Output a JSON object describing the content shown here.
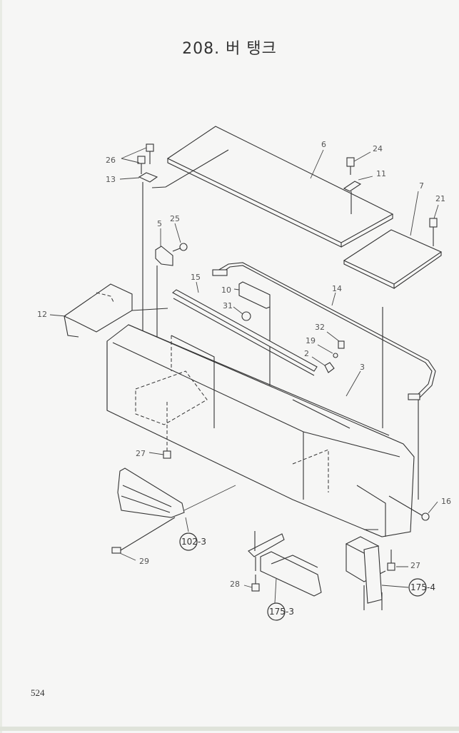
{
  "page": {
    "title": "208. 버 탱크",
    "page_number": "524"
  },
  "callouts": {
    "c2": "2",
    "c3": "3",
    "c5": "5",
    "c6": "6",
    "c7": "7",
    "c10": "10",
    "c11": "11",
    "c12": "12",
    "c13": "13",
    "c14": "14",
    "c15": "15",
    "c16": "16",
    "c19": "19",
    "c21": "21",
    "c24": "24",
    "c25": "25",
    "c26": "26",
    "c27a": "27",
    "c27b": "27",
    "c28": "28",
    "c29": "29",
    "c31": "31",
    "c32": "32"
  },
  "references": {
    "r102": {
      "circle": "102",
      "suffix": "-3"
    },
    "r175a": {
      "circle": "175",
      "suffix": "-3"
    },
    "r175b": {
      "circle": "175",
      "suffix": "-4"
    }
  }
}
